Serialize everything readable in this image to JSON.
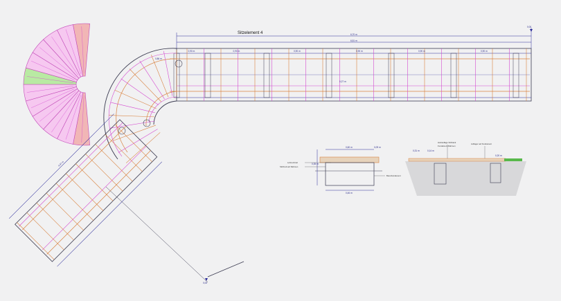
{
  "drawing": {
    "title": "Sitzelement 4",
    "colors": {
      "background": "#f1f1f2",
      "outline": "#3a3a50",
      "dimension": "#2a2a9a",
      "orange": "#d9823f",
      "magenta": "#d44ad0",
      "fan_pink": "#f6c8f0",
      "fan_green": "#b9eaa3",
      "fan_red": "#f1b6b6",
      "ground": "#d8d8da",
      "grass": "#58b84a"
    },
    "dimensions": {
      "overall_top": "6,70 m",
      "overall_second": "6,51 m",
      "bay": "0,90 m",
      "depth": "0,27 m",
      "bend": "0,86 m",
      "diagonal": "4,97 m",
      "end_marker": "0,00"
    },
    "section_a": {
      "width": "0,60 m",
      "small": "0,09 m",
      "bottom": "0,46 m",
      "height": "0,35 m"
    },
    "section_b": {
      "left": "0,31 m",
      "mid": "0,14 m",
      "right": "0,20 m"
    },
    "annotations": {
      "a1": "Lehnenbrett",
      "a2": "Sitzbrett auf Rahmen",
      "a3": "Betonfundament",
      "b1": "Holzauflage Sitzbank",
      "b2": "Fundament Rahmen",
      "b3": "Auflager auf Fundament"
    }
  }
}
